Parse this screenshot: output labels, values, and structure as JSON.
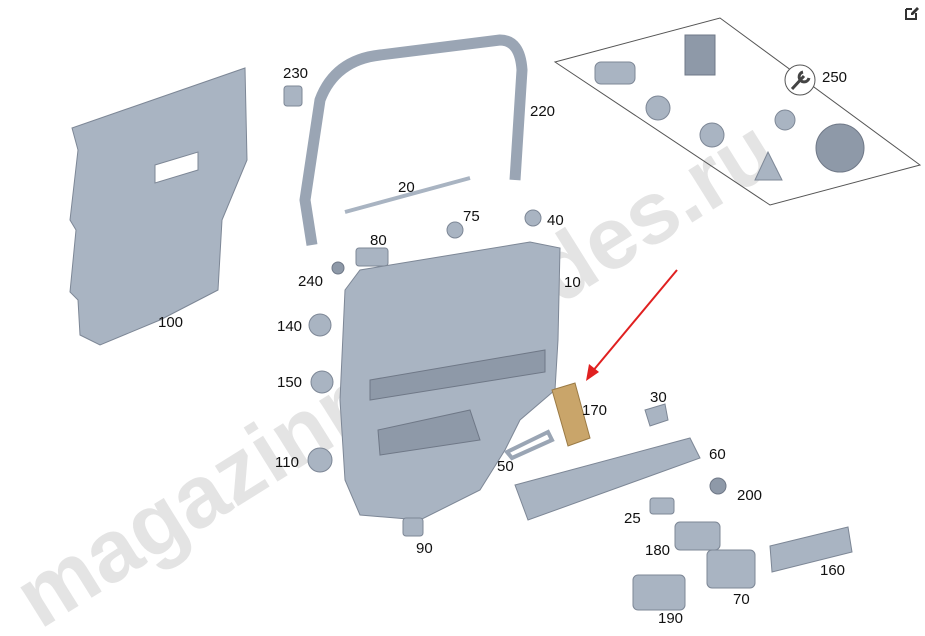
{
  "watermark": "magazinmercedes.ru",
  "highlight_color": "#e02020",
  "highlighted_part": "170",
  "labels": {
    "p230": "230",
    "p220": "220",
    "p250": "250",
    "p20": "20",
    "p75": "75",
    "p40": "40",
    "p80": "80",
    "p240": "240",
    "p10": "10",
    "p100": "100",
    "p140": "140",
    "p150": "150",
    "p110": "110",
    "p170": "170",
    "p30": "30",
    "p50": "50",
    "p60": "60",
    "p200": "200",
    "p25": "25",
    "p180": "180",
    "p160": "160",
    "p70": "70",
    "p190": "190",
    "p90": "90"
  },
  "icons": {
    "edit": "edit-icon"
  }
}
